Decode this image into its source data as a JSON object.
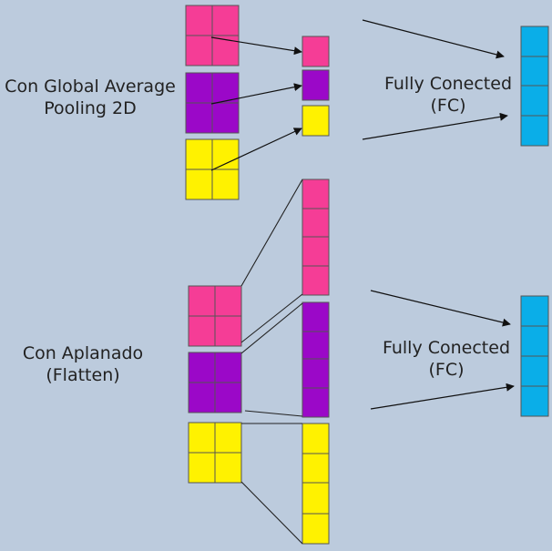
{
  "colors": {
    "background": "#bccbdd",
    "magenta": "#f53d96",
    "purple": "#9b08c8",
    "yellow": "#fff200",
    "cyan": "#0aaee8",
    "grid_line": "#555555",
    "arrow": "#111111"
  },
  "global_average_pooling": {
    "label_line1": "Con Global Average",
    "label_line2": "Pooling 2D",
    "fc_label_line1": "Fully Conected",
    "fc_label_line2": "(FC)",
    "input_maps": [
      "magenta",
      "purple",
      "yellow"
    ],
    "pooled_units": [
      "magenta",
      "purple",
      "yellow"
    ],
    "fc_units": 4
  },
  "flatten": {
    "label_line1": "Con Aplanado",
    "label_line2": "(Flatten)",
    "fc_label_line1": "Fully Conected",
    "fc_label_line2": "(FC)",
    "input_maps": [
      "magenta",
      "purple",
      "yellow"
    ],
    "values_per_map": 4,
    "fc_units": 4
  }
}
